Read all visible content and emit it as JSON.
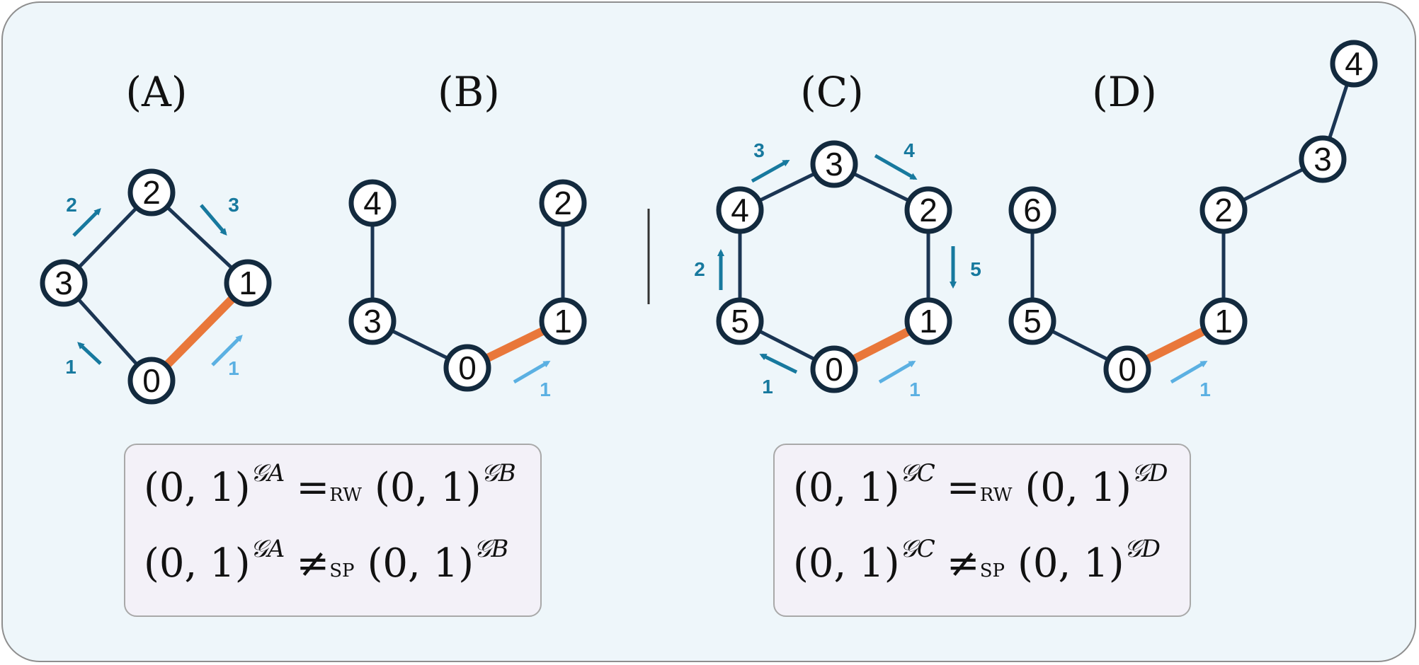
{
  "colors": {
    "background": "#eef6fa",
    "node_stroke": "#132a3e",
    "edge": "#1b3553",
    "highlight_edge": "#e9773a",
    "arrow_dark": "#17799e",
    "arrow_light": "#5bb0e2"
  },
  "labels": {
    "a": "(A)",
    "b": "(B)",
    "c": "(C)",
    "d": "(D)"
  },
  "graphs": {
    "A": {
      "nodes": [
        {
          "id": "0",
          "label": "0"
        },
        {
          "id": "1",
          "label": "1"
        },
        {
          "id": "2",
          "label": "2"
        },
        {
          "id": "3",
          "label": "3"
        }
      ],
      "edges": [
        [
          "0",
          "3"
        ],
        [
          "3",
          "2"
        ],
        [
          "2",
          "1"
        ]
      ],
      "highlighted_edge": [
        "0",
        "1"
      ],
      "walk_arrows": [
        "1",
        "2",
        "3"
      ],
      "start_arrow": "1"
    },
    "B": {
      "nodes": [
        {
          "id": "0",
          "label": "0"
        },
        {
          "id": "1",
          "label": "1"
        },
        {
          "id": "2",
          "label": "2"
        },
        {
          "id": "3",
          "label": "3"
        },
        {
          "id": "4",
          "label": "4"
        }
      ],
      "edges": [
        [
          "0",
          "3"
        ],
        [
          "3",
          "4"
        ],
        [
          "1",
          "2"
        ]
      ],
      "highlighted_edge": [
        "0",
        "1"
      ],
      "start_arrow": "1"
    },
    "C": {
      "nodes": [
        {
          "id": "0",
          "label": "0"
        },
        {
          "id": "1",
          "label": "1"
        },
        {
          "id": "2",
          "label": "2"
        },
        {
          "id": "3",
          "label": "3"
        },
        {
          "id": "4",
          "label": "4"
        },
        {
          "id": "5",
          "label": "5"
        }
      ],
      "edges": [
        [
          "0",
          "5"
        ],
        [
          "5",
          "4"
        ],
        [
          "4",
          "3"
        ],
        [
          "3",
          "2"
        ],
        [
          "2",
          "1"
        ]
      ],
      "highlighted_edge": [
        "0",
        "1"
      ],
      "walk_arrows": [
        "1",
        "2",
        "3",
        "4",
        "5"
      ],
      "start_arrow": "1"
    },
    "D": {
      "nodes": [
        {
          "id": "0",
          "label": "0"
        },
        {
          "id": "1",
          "label": "1"
        },
        {
          "id": "2",
          "label": "2"
        },
        {
          "id": "3",
          "label": "3"
        },
        {
          "id": "4",
          "label": "4"
        },
        {
          "id": "5",
          "label": "5"
        },
        {
          "id": "6",
          "label": "6"
        }
      ],
      "edges": [
        [
          "0",
          "5"
        ],
        [
          "5",
          "6"
        ],
        [
          "1",
          "2"
        ],
        [
          "2",
          "3"
        ],
        [
          "3",
          "4"
        ]
      ],
      "highlighted_edge": [
        "0",
        "1"
      ],
      "start_arrow": "1"
    }
  },
  "equations": {
    "left": {
      "line1": {
        "lhs": "(0, 1)",
        "lhs_sup": "𝒢A",
        "rel": "=",
        "rel_sub": "RW",
        "rhs": "(0, 1)",
        "rhs_sup": "𝒢B"
      },
      "line2": {
        "lhs": "(0, 1)",
        "lhs_sup": "𝒢A",
        "rel": "≠",
        "rel_sub": "SP",
        "rhs": "(0, 1)",
        "rhs_sup": "𝒢B"
      }
    },
    "right": {
      "line1": {
        "lhs": "(0, 1)",
        "lhs_sup": "𝒢C",
        "rel": "=",
        "rel_sub": "RW",
        "rhs": "(0, 1)",
        "rhs_sup": "𝒢D"
      },
      "line2": {
        "lhs": "(0, 1)",
        "lhs_sup": "𝒢C",
        "rel": "≠",
        "rel_sub": "SP",
        "rhs": "(0, 1)",
        "rhs_sup": "𝒢D"
      }
    }
  }
}
